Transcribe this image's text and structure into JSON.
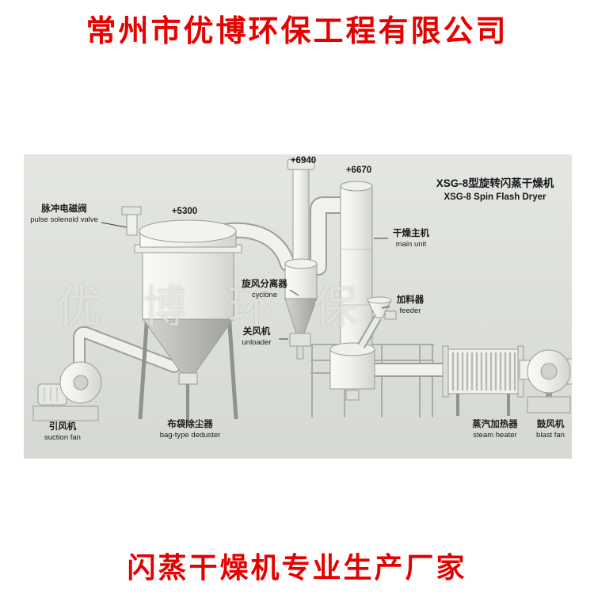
{
  "header": {
    "company_name": "常州市优博环保工程有限公司"
  },
  "footer": {
    "tagline": "闪蒸干燥机专业生产厂家"
  },
  "diagram": {
    "model_title": {
      "cn": "XSG-8型旋转闪蒸干燥机",
      "en": "XSG-8 Spin Flash Dryer"
    },
    "watermark": "优博环保",
    "elevations": {
      "cyclone_outlet": "+6940",
      "main_unit_top": "+6670",
      "deduster_top": "+5300"
    },
    "labels": {
      "pulse_valve": {
        "cn": "脉冲电磁阀",
        "en": "pulse solenoid valve"
      },
      "main_unit": {
        "cn": "干燥主机",
        "en": "main unit"
      },
      "cyclone": {
        "cn": "旋风分离器",
        "en": "cyclone"
      },
      "feeder": {
        "cn": "加料器",
        "en": "feeder"
      },
      "unloader": {
        "cn": "关风机",
        "en": "unloader"
      },
      "bag_deduster": {
        "cn": "布袋除尘器",
        "en": "bag-type deduster"
      },
      "suction_fan": {
        "cn": "引风机",
        "en": "suction fan"
      },
      "steam_heater": {
        "cn": "蒸汽加热器",
        "en": "steam heater"
      },
      "blast_fan": {
        "cn": "鼓风机",
        "en": "blast fan"
      }
    },
    "colors": {
      "accent_red": "#e60000",
      "panel_background": "#dde0da",
      "equipment_fill": "#f2f3ee",
      "label_text": "#1c1c1c"
    }
  }
}
